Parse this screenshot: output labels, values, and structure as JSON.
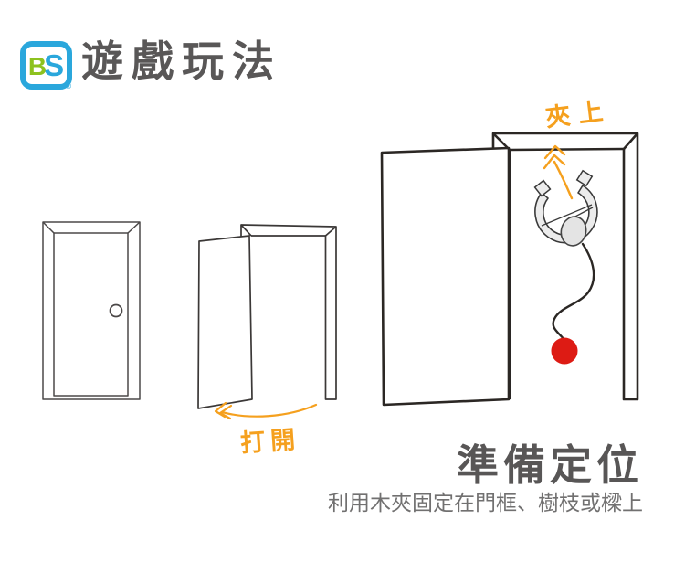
{
  "brand": {
    "letter_b": "B",
    "letter_s": "S",
    "registered": "®"
  },
  "header": {
    "title": "遊戲玩法"
  },
  "annotations": {
    "clip_on": "夾上",
    "open": "打開"
  },
  "caption": {
    "heading": "準備定位",
    "description": "利用木夾固定在門框、樹枝或樑上"
  },
  "colors": {
    "accent_orange": "#F5A01E",
    "ball_red": "#DD1B14",
    "brand_blue": "#2AA7DC",
    "brand_green": "#8DC21F",
    "heading_gray": "#595757",
    "body_text_gray": "#717070",
    "outline_dark": "#2B2724"
  }
}
